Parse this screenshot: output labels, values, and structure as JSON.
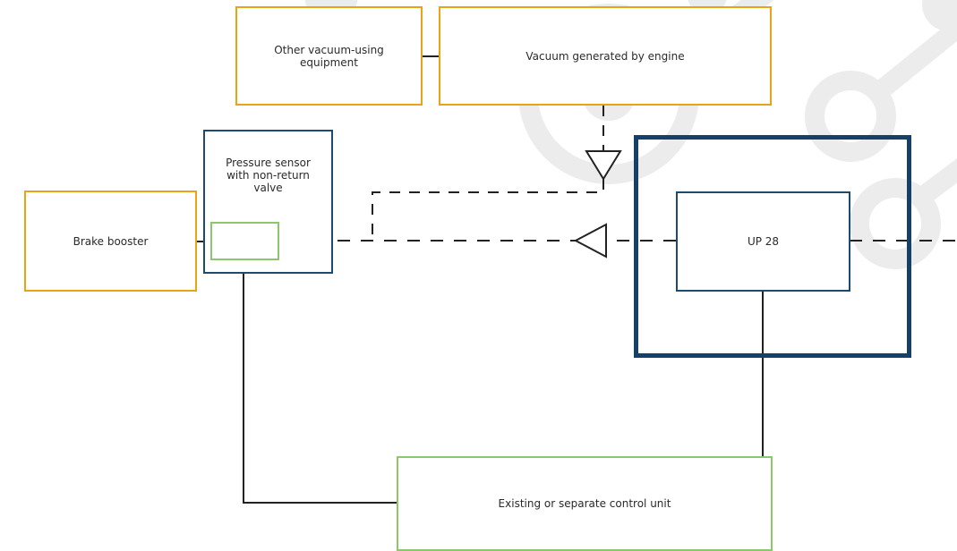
{
  "diagram": {
    "nodes": {
      "brake_booster": {
        "label": "Brake booster"
      },
      "pressure_sensor": {
        "label": "Pressure sensor with non-return valve"
      },
      "other_vacuum_equipment": {
        "label": "Other vacuum-using equipment"
      },
      "engine_vacuum": {
        "label": "Vacuum generated by engine"
      },
      "up28": {
        "label": "UP 28"
      },
      "control_unit": {
        "label": "Existing or separate control unit"
      }
    },
    "edges": [
      {
        "from": "brake_booster",
        "to": "pressure_sensor",
        "style": "solid"
      },
      {
        "from": "other_vacuum_equipment",
        "to": "engine_vacuum",
        "style": "solid"
      },
      {
        "from": "engine_vacuum",
        "to": "pressure_sensor",
        "style": "dashed",
        "valve": "non-return"
      },
      {
        "from": "up28",
        "to": "pressure_sensor",
        "style": "dashed",
        "valve": "non-return"
      },
      {
        "from": "pressure_sensor",
        "to": "control_unit",
        "style": "solid"
      },
      {
        "from": "up28",
        "to": "control_unit",
        "style": "solid"
      }
    ],
    "colors": {
      "booster_and_engine": "#e8a317",
      "sensor_and_up28": "#1c4a70",
      "control_unit": "#8cc66d",
      "connector": "#222222",
      "background_decor": "#ececec"
    }
  }
}
